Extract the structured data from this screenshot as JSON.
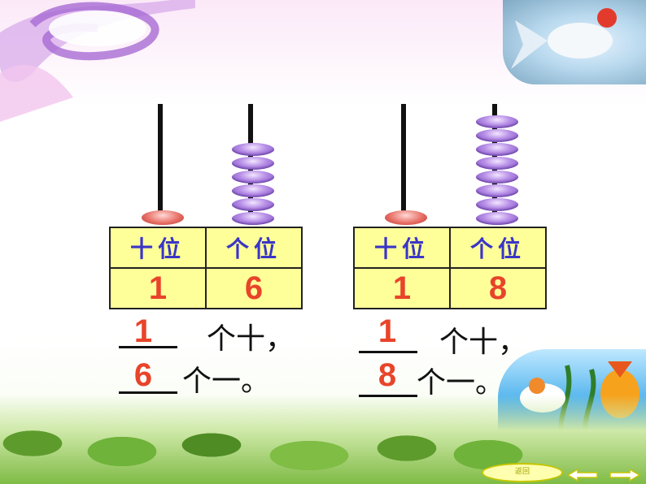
{
  "abacus_left": {
    "tens_beads": 1,
    "ones_beads": 6
  },
  "abacus_right": {
    "tens_beads": 1,
    "ones_beads": 8
  },
  "table_left": {
    "tens_header": "十位",
    "ones_header": "个位",
    "tens_value": "1",
    "ones_value": "6"
  },
  "table_right": {
    "tens_header": "十位",
    "ones_header": "个位",
    "tens_value": "1",
    "ones_value": "8"
  },
  "fill_left": {
    "tens_answer": "1",
    "tens_text": "个十，",
    "ones_answer": "6",
    "ones_text": "个一。"
  },
  "fill_right": {
    "tens_answer": "1",
    "tens_text": "个十，",
    "ones_answer": "8",
    "ones_text": "个一。"
  },
  "nav": {
    "back_label": "返回"
  },
  "colors": {
    "header_text": "#3a35c7",
    "answer_red": "#e8442a",
    "cell_yellow": "#ffff99",
    "bead_purple": "#9f6fd8",
    "base_bead_red": "#e86f66"
  }
}
